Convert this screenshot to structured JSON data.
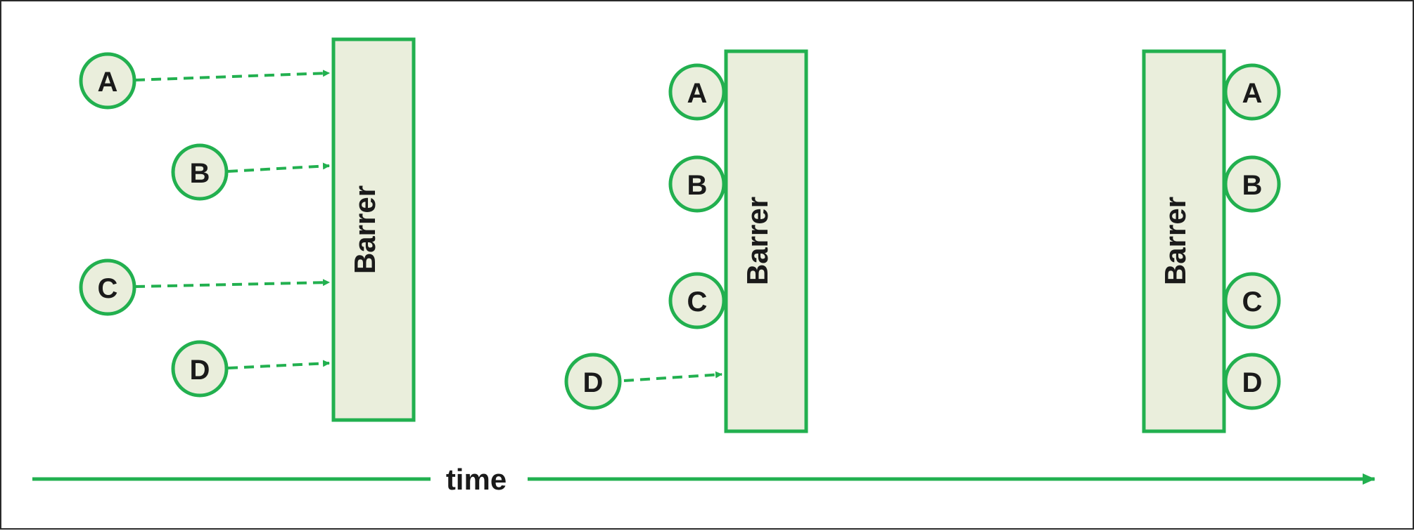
{
  "diagram": {
    "barrier_label": "Barrer",
    "time_label": "time",
    "colors": {
      "stroke": "#22b04f",
      "fill": "#eaeedc",
      "text": "#1a1a1a"
    },
    "stages": [
      {
        "nodes": [
          {
            "label": "A",
            "state": "approaching"
          },
          {
            "label": "B",
            "state": "approaching"
          },
          {
            "label": "C",
            "state": "approaching"
          },
          {
            "label": "D",
            "state": "approaching"
          }
        ]
      },
      {
        "nodes": [
          {
            "label": "A",
            "state": "waiting"
          },
          {
            "label": "B",
            "state": "waiting"
          },
          {
            "label": "C",
            "state": "waiting"
          },
          {
            "label": "D",
            "state": "approaching"
          }
        ]
      },
      {
        "nodes": [
          {
            "label": "A",
            "state": "passed"
          },
          {
            "label": "B",
            "state": "passed"
          },
          {
            "label": "C",
            "state": "passed"
          },
          {
            "label": "D",
            "state": "passed"
          }
        ]
      }
    ]
  }
}
